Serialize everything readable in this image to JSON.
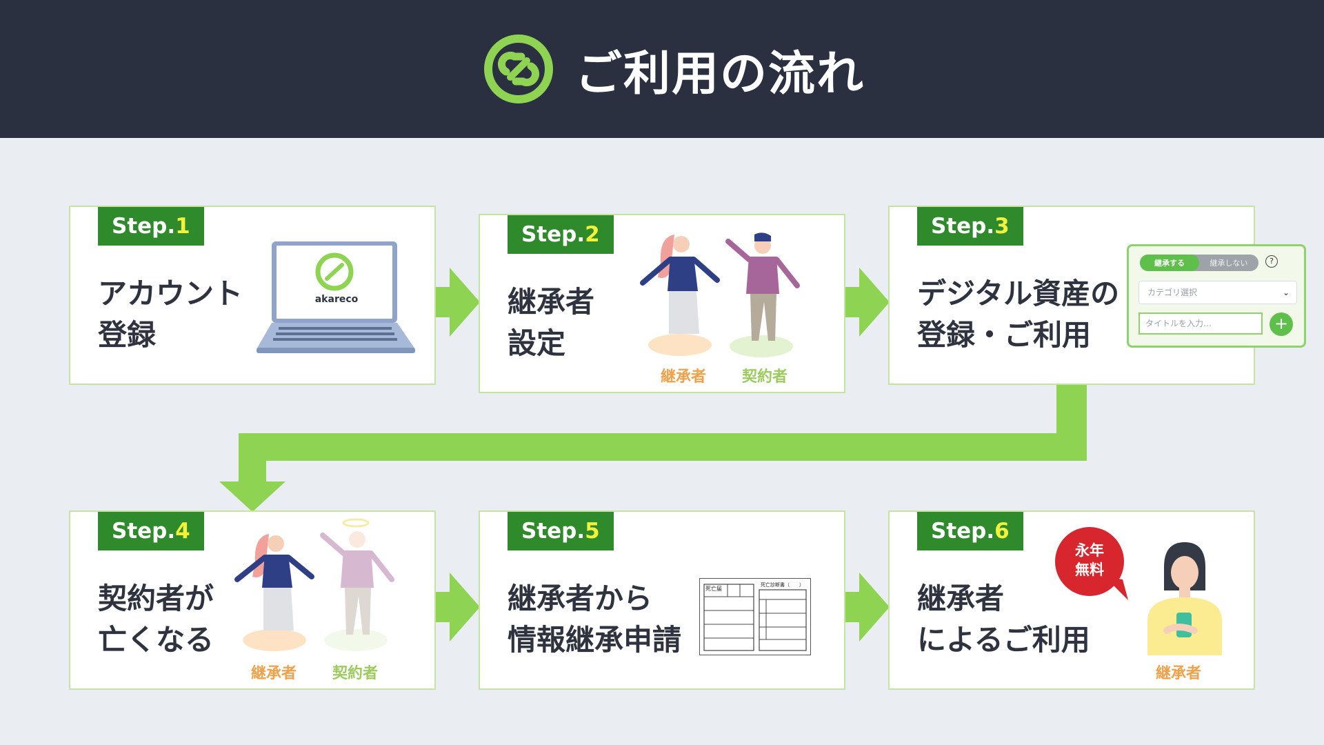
{
  "header": {
    "title": "ご利用の流れ"
  },
  "steps": [
    {
      "label": "Step.",
      "num": "1",
      "title": "アカウント\n登録"
    },
    {
      "label": "Step.",
      "num": "2",
      "title": "継承者\n設定"
    },
    {
      "label": "Step.",
      "num": "3",
      "title": "デジタル資産の\n登録・ご利用"
    },
    {
      "label": "Step.",
      "num": "4",
      "title": "契約者が\n亡くなる"
    },
    {
      "label": "Step.",
      "num": "5",
      "title": "継承者から\n情報継承申請"
    },
    {
      "label": "Step.",
      "num": "6",
      "title": "継承者\nによるご利用"
    }
  ],
  "laptop": {
    "brand": "akareco"
  },
  "roles": {
    "heir": "継承者",
    "contractor": "契約者"
  },
  "mini_ui": {
    "toggle_on": "継承する",
    "toggle_off": "継承しない",
    "help": "?",
    "select_placeholder": "カテゴリ選択",
    "title_placeholder": "タイトルを入力…",
    "add": "+"
  },
  "forms": {
    "left": "死亡届",
    "right": "死亡診断書（　　）"
  },
  "badge": {
    "text": "永年\n無料"
  },
  "colors": {
    "accent_green": "#8fd353",
    "step_badge": "#2e8a2b",
    "heir": "#f0a14a",
    "contractor": "#9ccb5e",
    "header_bg": "#2b3040"
  }
}
